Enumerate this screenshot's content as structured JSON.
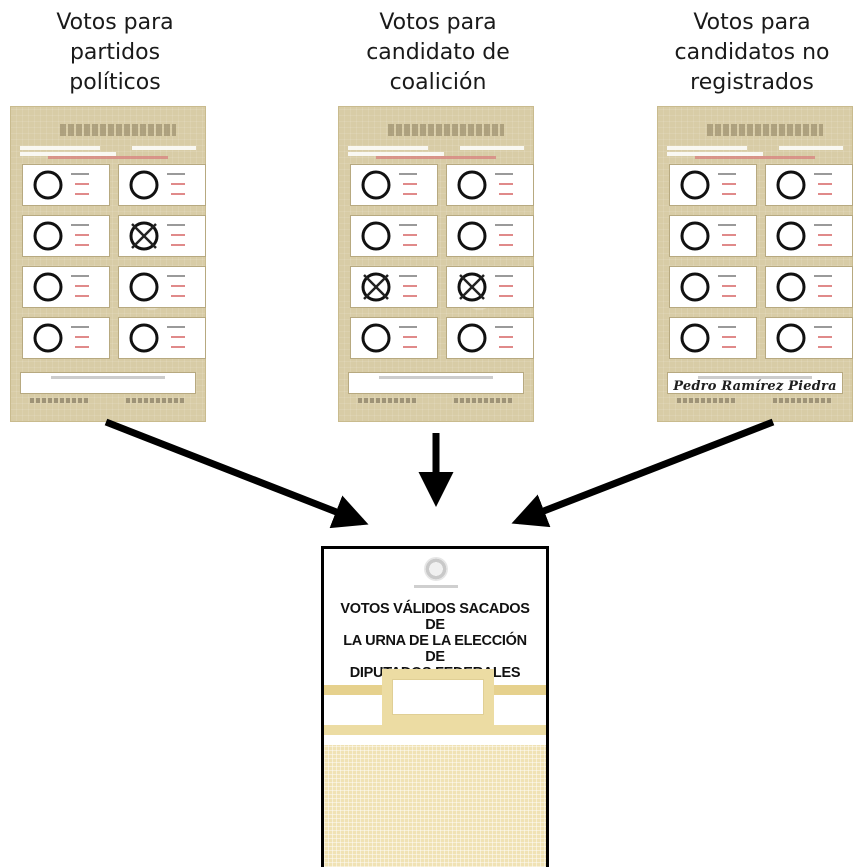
{
  "captions": {
    "left": [
      "Votos para",
      "partidos",
      "políticos"
    ],
    "center": [
      "Votos para",
      "candidato de",
      "coalición"
    ],
    "right": [
      "Votos para",
      "candidatos no",
      "registrados"
    ]
  },
  "ballots": [
    {
      "crossed": [
        3
      ]
    },
    {
      "crossed": [
        4,
        5
      ]
    },
    {
      "crossed": [],
      "write_in_name": "Pedro Ramírez Piedra"
    }
  ],
  "urn": {
    "lines": [
      "VOTOS VÁLIDOS SACADOS DE",
      "LA URNA DE LA ELECCIÓN DE",
      "DIPUTADOS FEDERALES"
    ]
  },
  "colors": {
    "ballot": "#d8cca6",
    "urn_accent": "#e6d18d",
    "arrow": "#000000"
  }
}
